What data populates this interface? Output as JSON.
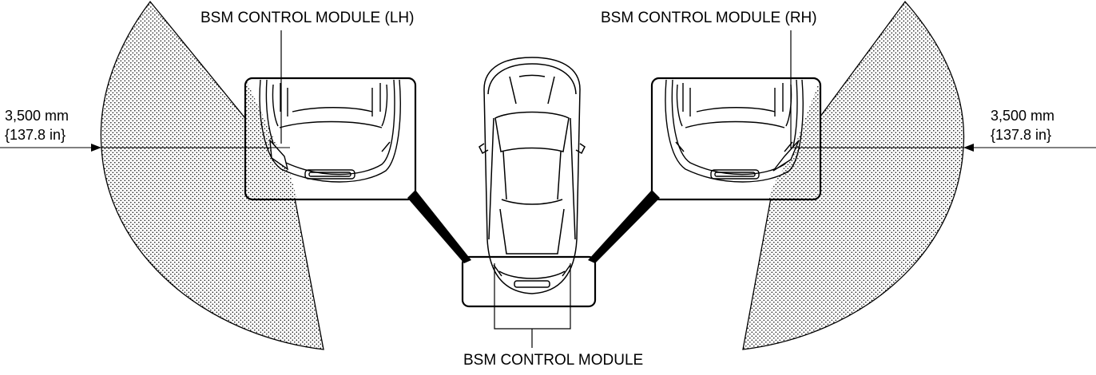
{
  "labels": {
    "module_lh": "BSM CONTROL MODULE (LH)",
    "module_rh": "BSM CONTROL MODULE (RH)",
    "module_center": "BSM CONTROL MODULE"
  },
  "dimension_left": {
    "metric": "3,500 mm",
    "imperial": "{137.8 in}"
  },
  "dimension_right": {
    "metric": "3,500 mm",
    "imperial": "{137.8 in}"
  },
  "colors": {
    "line": "#000000",
    "zone_dots": "#000000",
    "background": "#ffffff"
  }
}
